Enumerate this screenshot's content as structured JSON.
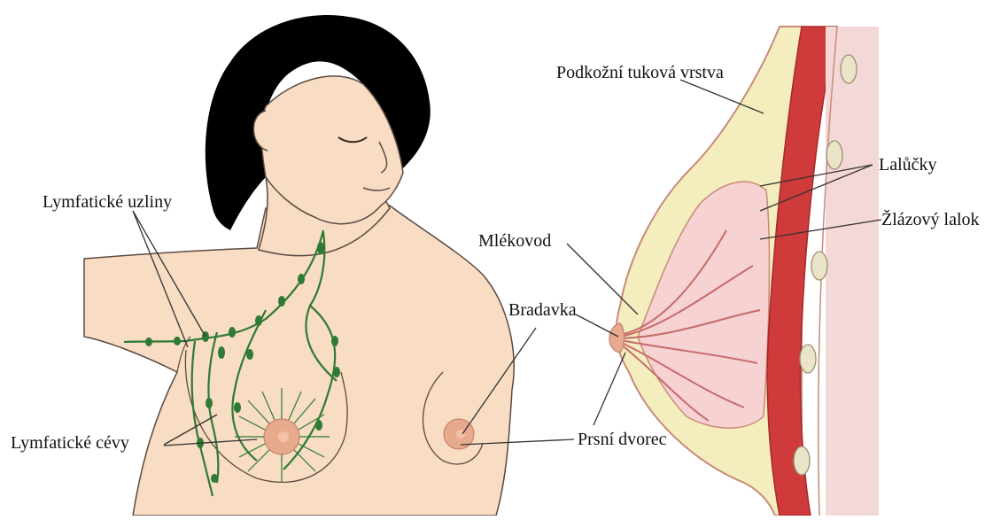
{
  "labels": {
    "lymph_nodes": "Lymfatické uzliny",
    "lymph_vessels": "Lymfatické cévy",
    "subcutaneous_fat": "Podkožní tuková vrstva",
    "lobules": "Lalůčky",
    "gland_lobe": "Žlázový lalok",
    "milk_duct": "Mlékovod",
    "nipple": "Bradavka",
    "areola": "Prsní dvorec"
  },
  "colors": {
    "skin": "#f8dcc4",
    "skin_outline": "#5a4a42",
    "hair": "#000000",
    "lymph": "#2f7a34",
    "areola": "#e8aa8c",
    "fat": "#f4eebe",
    "gland": "#f6d2d2",
    "duct": "#c86a6a",
    "muscle": "#cf3a3a",
    "rib": "#eae4c8",
    "leader": "#333333"
  }
}
